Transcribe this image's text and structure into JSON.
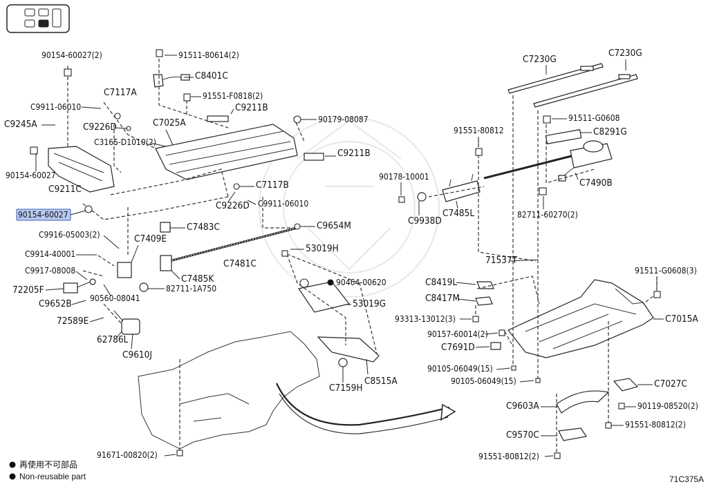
{
  "diagram_code": "71C375A",
  "legend": {
    "line1": "再使用不可部品",
    "line2": "Non-reusable part"
  },
  "highlight_part": "90154-60027",
  "labels": {
    "p90154_60027_2": "90154-60027(2)",
    "p91511_80614_2": "91511-80614(2)",
    "pC8401C": "C8401C",
    "pC7117A": "C7117A",
    "p91551_F0818_2": "91551-F0818(2)",
    "pC9911_06010a": "C9911-06010",
    "pC9211B_top": "C9211B",
    "pC9245A": "C9245A",
    "pC9226D_a": "C9226D",
    "pC7025A": "C7025A",
    "p90179_08087": "90179-08087",
    "pC3165_D1010": "C3165-D1010(2)",
    "pC9211B_mid": "C9211B",
    "p90154_60027": "90154-60027",
    "pC9211C": "C9211C",
    "pC7117B": "C7117B",
    "pC9226D_b": "C9226D",
    "pC9911_06010b": "C9911-06010",
    "p90154_60027_hl": "90154-60027",
    "pC7483C": "C7483C",
    "pC9654M": "C9654M",
    "pC9916_05003": "C9916-05003(2)",
    "pC7409E": "C7409E",
    "pC9914_40001": "C9914-40001",
    "pC7481C": "C7481C",
    "p53019H": "53019H",
    "pC9917_08008": "C9917-08008",
    "pC7485K": "C7485K",
    "p72205F": "72205F",
    "p82711_1A750": "82711-1A750",
    "p90560_08041": "90560-08041",
    "p90464_00620": "90464-00620",
    "pC9652B": "C9652B",
    "p53019G": "53019G",
    "p72589E": "72589E",
    "p62786L": "62786L",
    "pC9610J": "C9610J",
    "pC7159H": "C7159H",
    "pC8515A": "C8515A",
    "p91671_00820": "91671-00820(2)",
    "pC7230G_a": "C7230G",
    "pC7230G_b": "C7230G",
    "p91511_G0608": "91511-G0608",
    "p91551_80812_top": "91551-80812",
    "pC8291G": "C8291G",
    "p90178_10001": "90178-10001",
    "pC7490B": "C7490B",
    "pC9938D": "C9938D",
    "pC7485L": "C7485L",
    "p82711_60270": "82711-60270(2)",
    "p71537T": "71537T",
    "p91511_G0608_3": "91511-G0608(3)",
    "pC8419L": "C8419L",
    "pC8417M": "C8417M",
    "p93313_13012": "93313-13012(3)",
    "pC7015A": "C7015A",
    "p90157_60014": "90157-60014(2)",
    "pC7691D": "C7691D",
    "p90105_06049a": "90105-06049(15)",
    "p90105_06049b": "90105-06049(15)",
    "pC7027C": "C7027C",
    "pC9603A": "C9603A",
    "p90119_08520": "90119-08520(2)",
    "p91551_80812_2a": "91551-80812(2)",
    "pC9570C": "C9570C",
    "p91551_80812_2b": "91551-80812(2)"
  }
}
